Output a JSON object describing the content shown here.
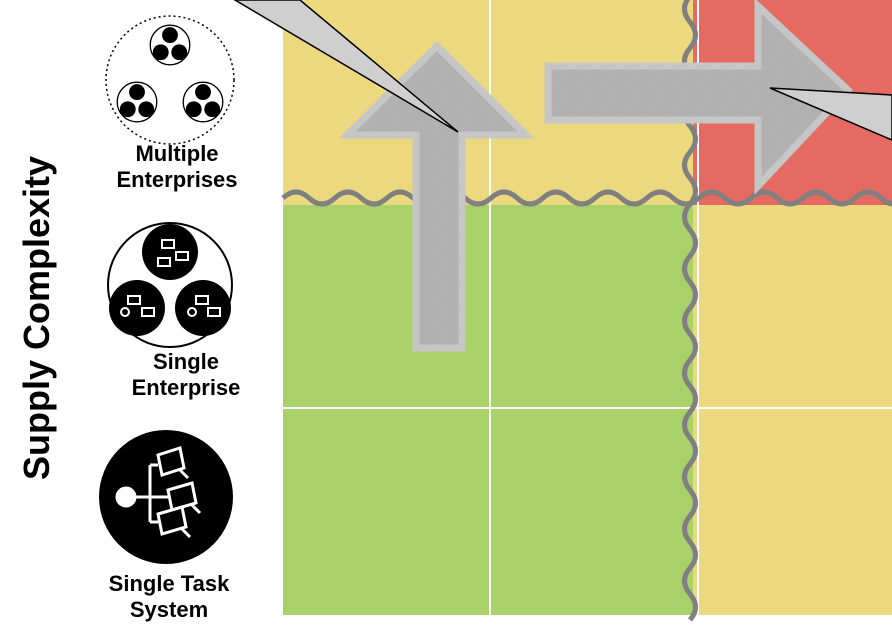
{
  "y_axis": {
    "title": "Supply Complexity"
  },
  "levels": [
    {
      "line1": "Multiple",
      "line2": "Enterprises"
    },
    {
      "line1": "Single",
      "line2": "Enterprise"
    },
    {
      "line1": "Single Task",
      "line2": "System"
    }
  ],
  "colors": {
    "green": "#a8d16a",
    "yellow": "#ecd87e",
    "red": "#e46a62",
    "wave": "#808080",
    "arrow_fill": "#b8b8b8",
    "arrow_stroke": "#c6c6c6",
    "callout_fill": "#cfcfcf"
  }
}
